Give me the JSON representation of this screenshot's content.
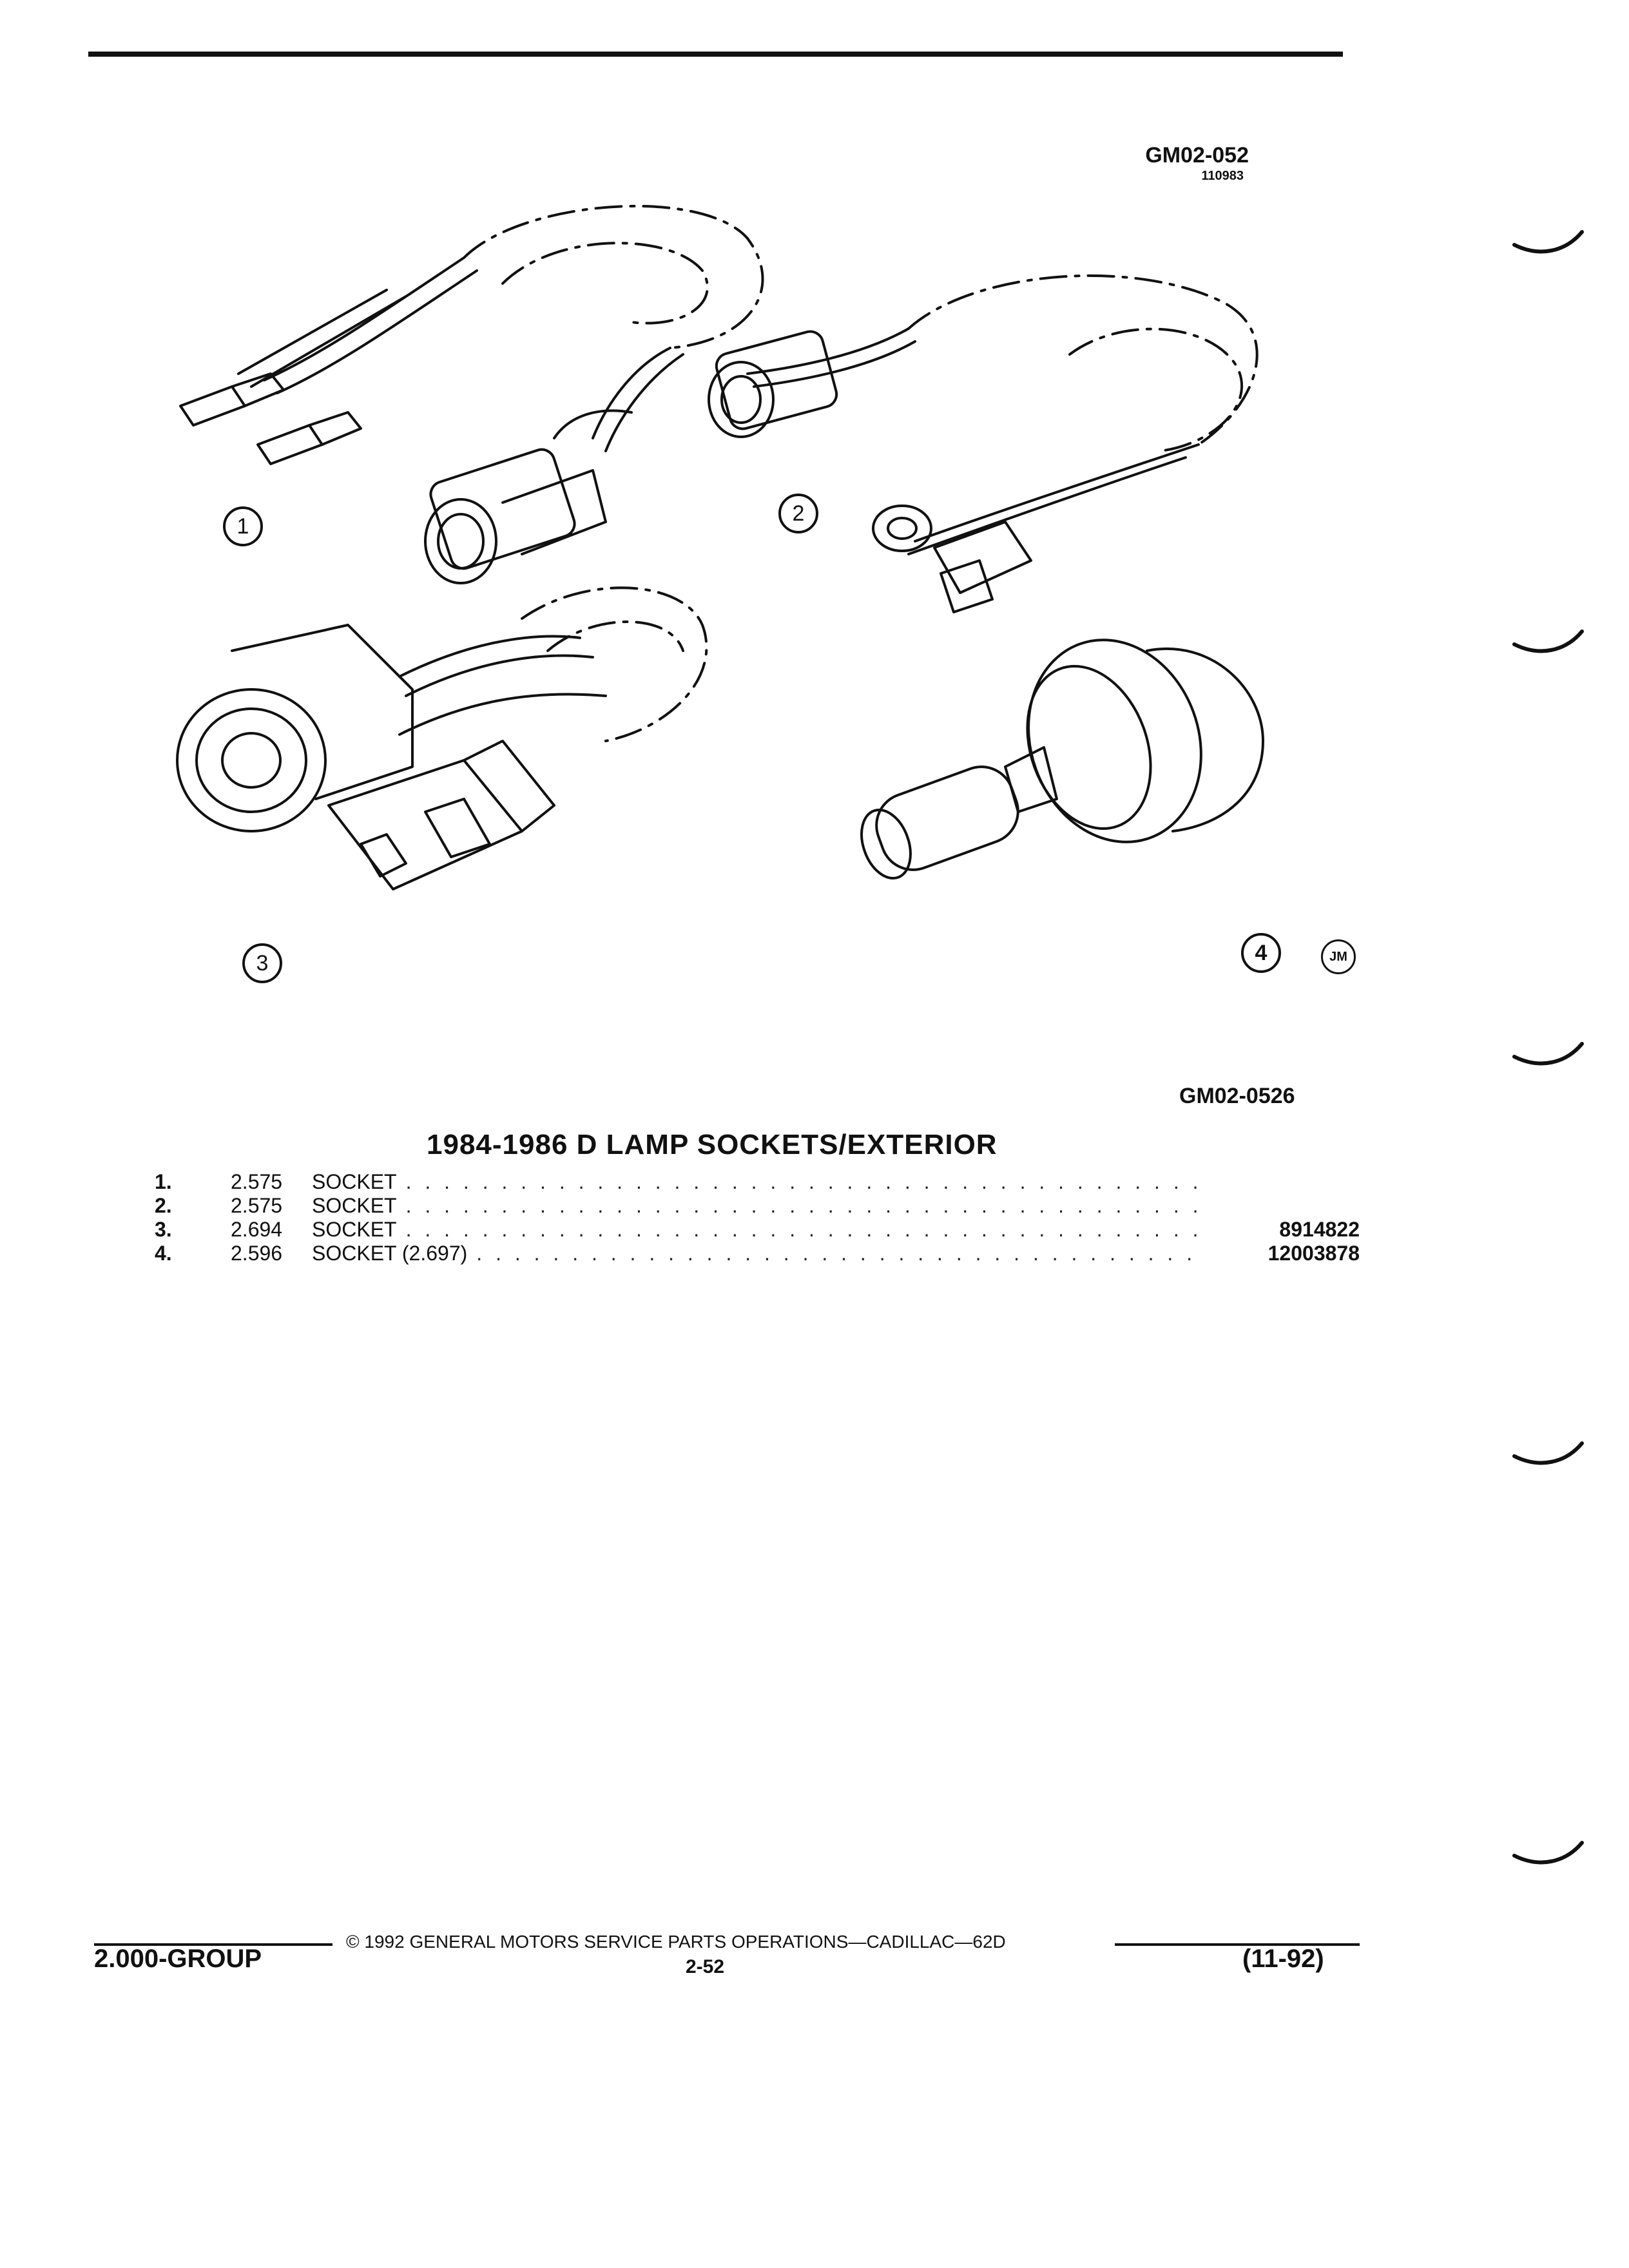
{
  "header": {
    "ref_code": "GM02-052",
    "ref_sub": "110983"
  },
  "figure": {
    "callouts": [
      "1",
      "2",
      "3",
      "4"
    ],
    "artist_mark": "JM",
    "figure_code": "GM02-0526"
  },
  "title": "1984-1986 D LAMP SOCKETS/EXTERIOR",
  "parts": [
    {
      "num": "1.",
      "ref": "2.575",
      "desc": "SOCKET",
      "part_no": ""
    },
    {
      "num": "2.",
      "ref": "2.575",
      "desc": "SOCKET",
      "part_no": ""
    },
    {
      "num": "3.",
      "ref": "2.694",
      "desc": "SOCKET",
      "part_no": "8914822"
    },
    {
      "num": "4.",
      "ref": "2.596",
      "desc": "SOCKET (2.697)",
      "part_no": "12003878"
    }
  ],
  "footer": {
    "copyright": "© 1992 GENERAL MOTORS SERVICE PARTS OPERATIONS—CADILLAC—62D",
    "group": "2.000-GROUP",
    "page": "2-52",
    "date": "(11-92)"
  }
}
